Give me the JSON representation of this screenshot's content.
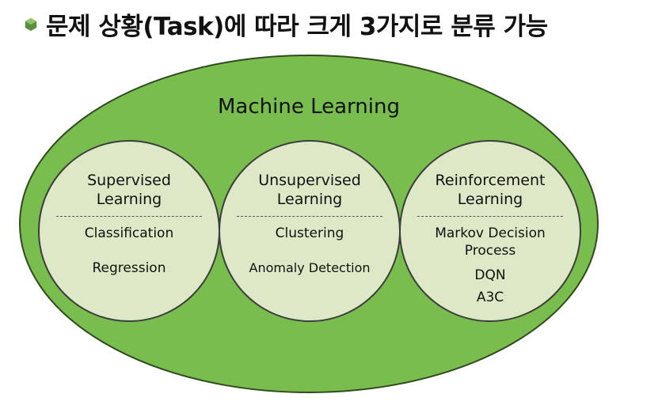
{
  "slide": {
    "title": "문제 상황(Task)에 따라 크게 3가지로 분류 가능",
    "bullet_icon": "green-hexagon-bullet-icon"
  },
  "diagram": {
    "outer": {
      "label": "Machine Learning",
      "fill": "#7abd4f",
      "stroke": "#2f4a1c"
    },
    "inner_fill": "#dce8c6",
    "inner_stroke": "#3d3d3d",
    "categories": [
      {
        "title_line1": "Supervised",
        "title_line2": "Learning",
        "items": [
          "Classification",
          "Regression"
        ]
      },
      {
        "title_line1": "Unsupervised",
        "title_line2": "Learning",
        "items": [
          "Clustering",
          "Anomaly Detection"
        ]
      },
      {
        "title_line1": "Reinforcement",
        "title_line2": "Learning",
        "items": [
          "Markov Decision",
          "Process",
          "DQN",
          "A3C"
        ]
      }
    ]
  }
}
